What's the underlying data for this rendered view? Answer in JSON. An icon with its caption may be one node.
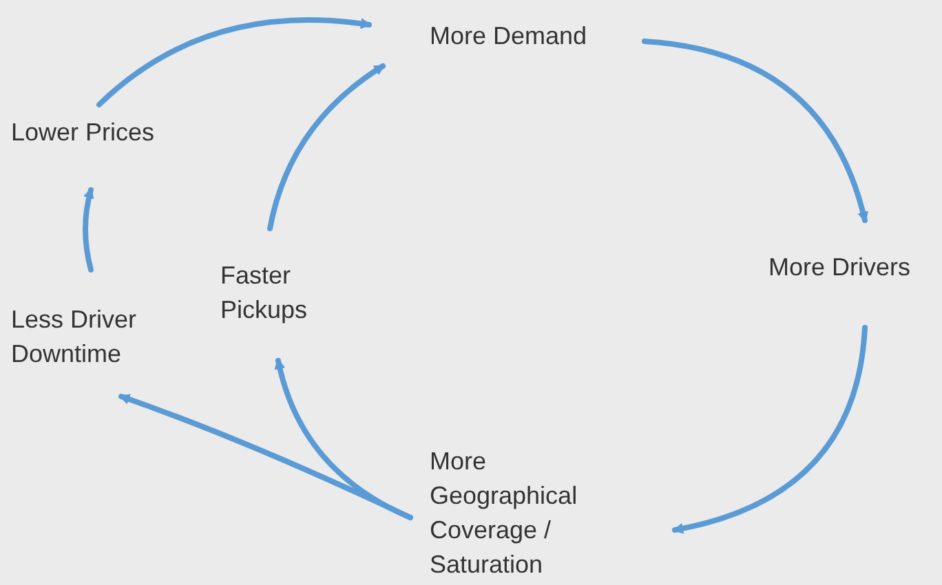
{
  "diagram": {
    "nodes": [
      {
        "text": [
          "More Demand"
        ]
      },
      {
        "text": [
          "More Drivers"
        ]
      },
      {
        "text": [
          "More Geographical Coverage / Saturation"
        ]
      },
      {
        "text": [
          "Less Driver Downtime"
        ]
      },
      {
        "text": [
          "Faster Pickups"
        ]
      },
      {
        "text": [
          "Lower Prices"
        ]
      }
    ],
    "edges": [
      {
        "from": 0,
        "to": 1,
        "arrow": "to"
      },
      {
        "from": 1,
        "to": 2,
        "arrow": "to"
      },
      {
        "from": 2,
        "to": 3,
        "arrow": "to"
      },
      {
        "from": 2,
        "to": 4,
        "arrow": "to"
      },
      {
        "from": 3,
        "to": 5,
        "arrow": "to"
      },
      {
        "from": 5,
        "to": 0,
        "arrow": "to"
      },
      {
        "from": 4,
        "to": 0,
        "arrow": "to"
      }
    ]
  }
}
